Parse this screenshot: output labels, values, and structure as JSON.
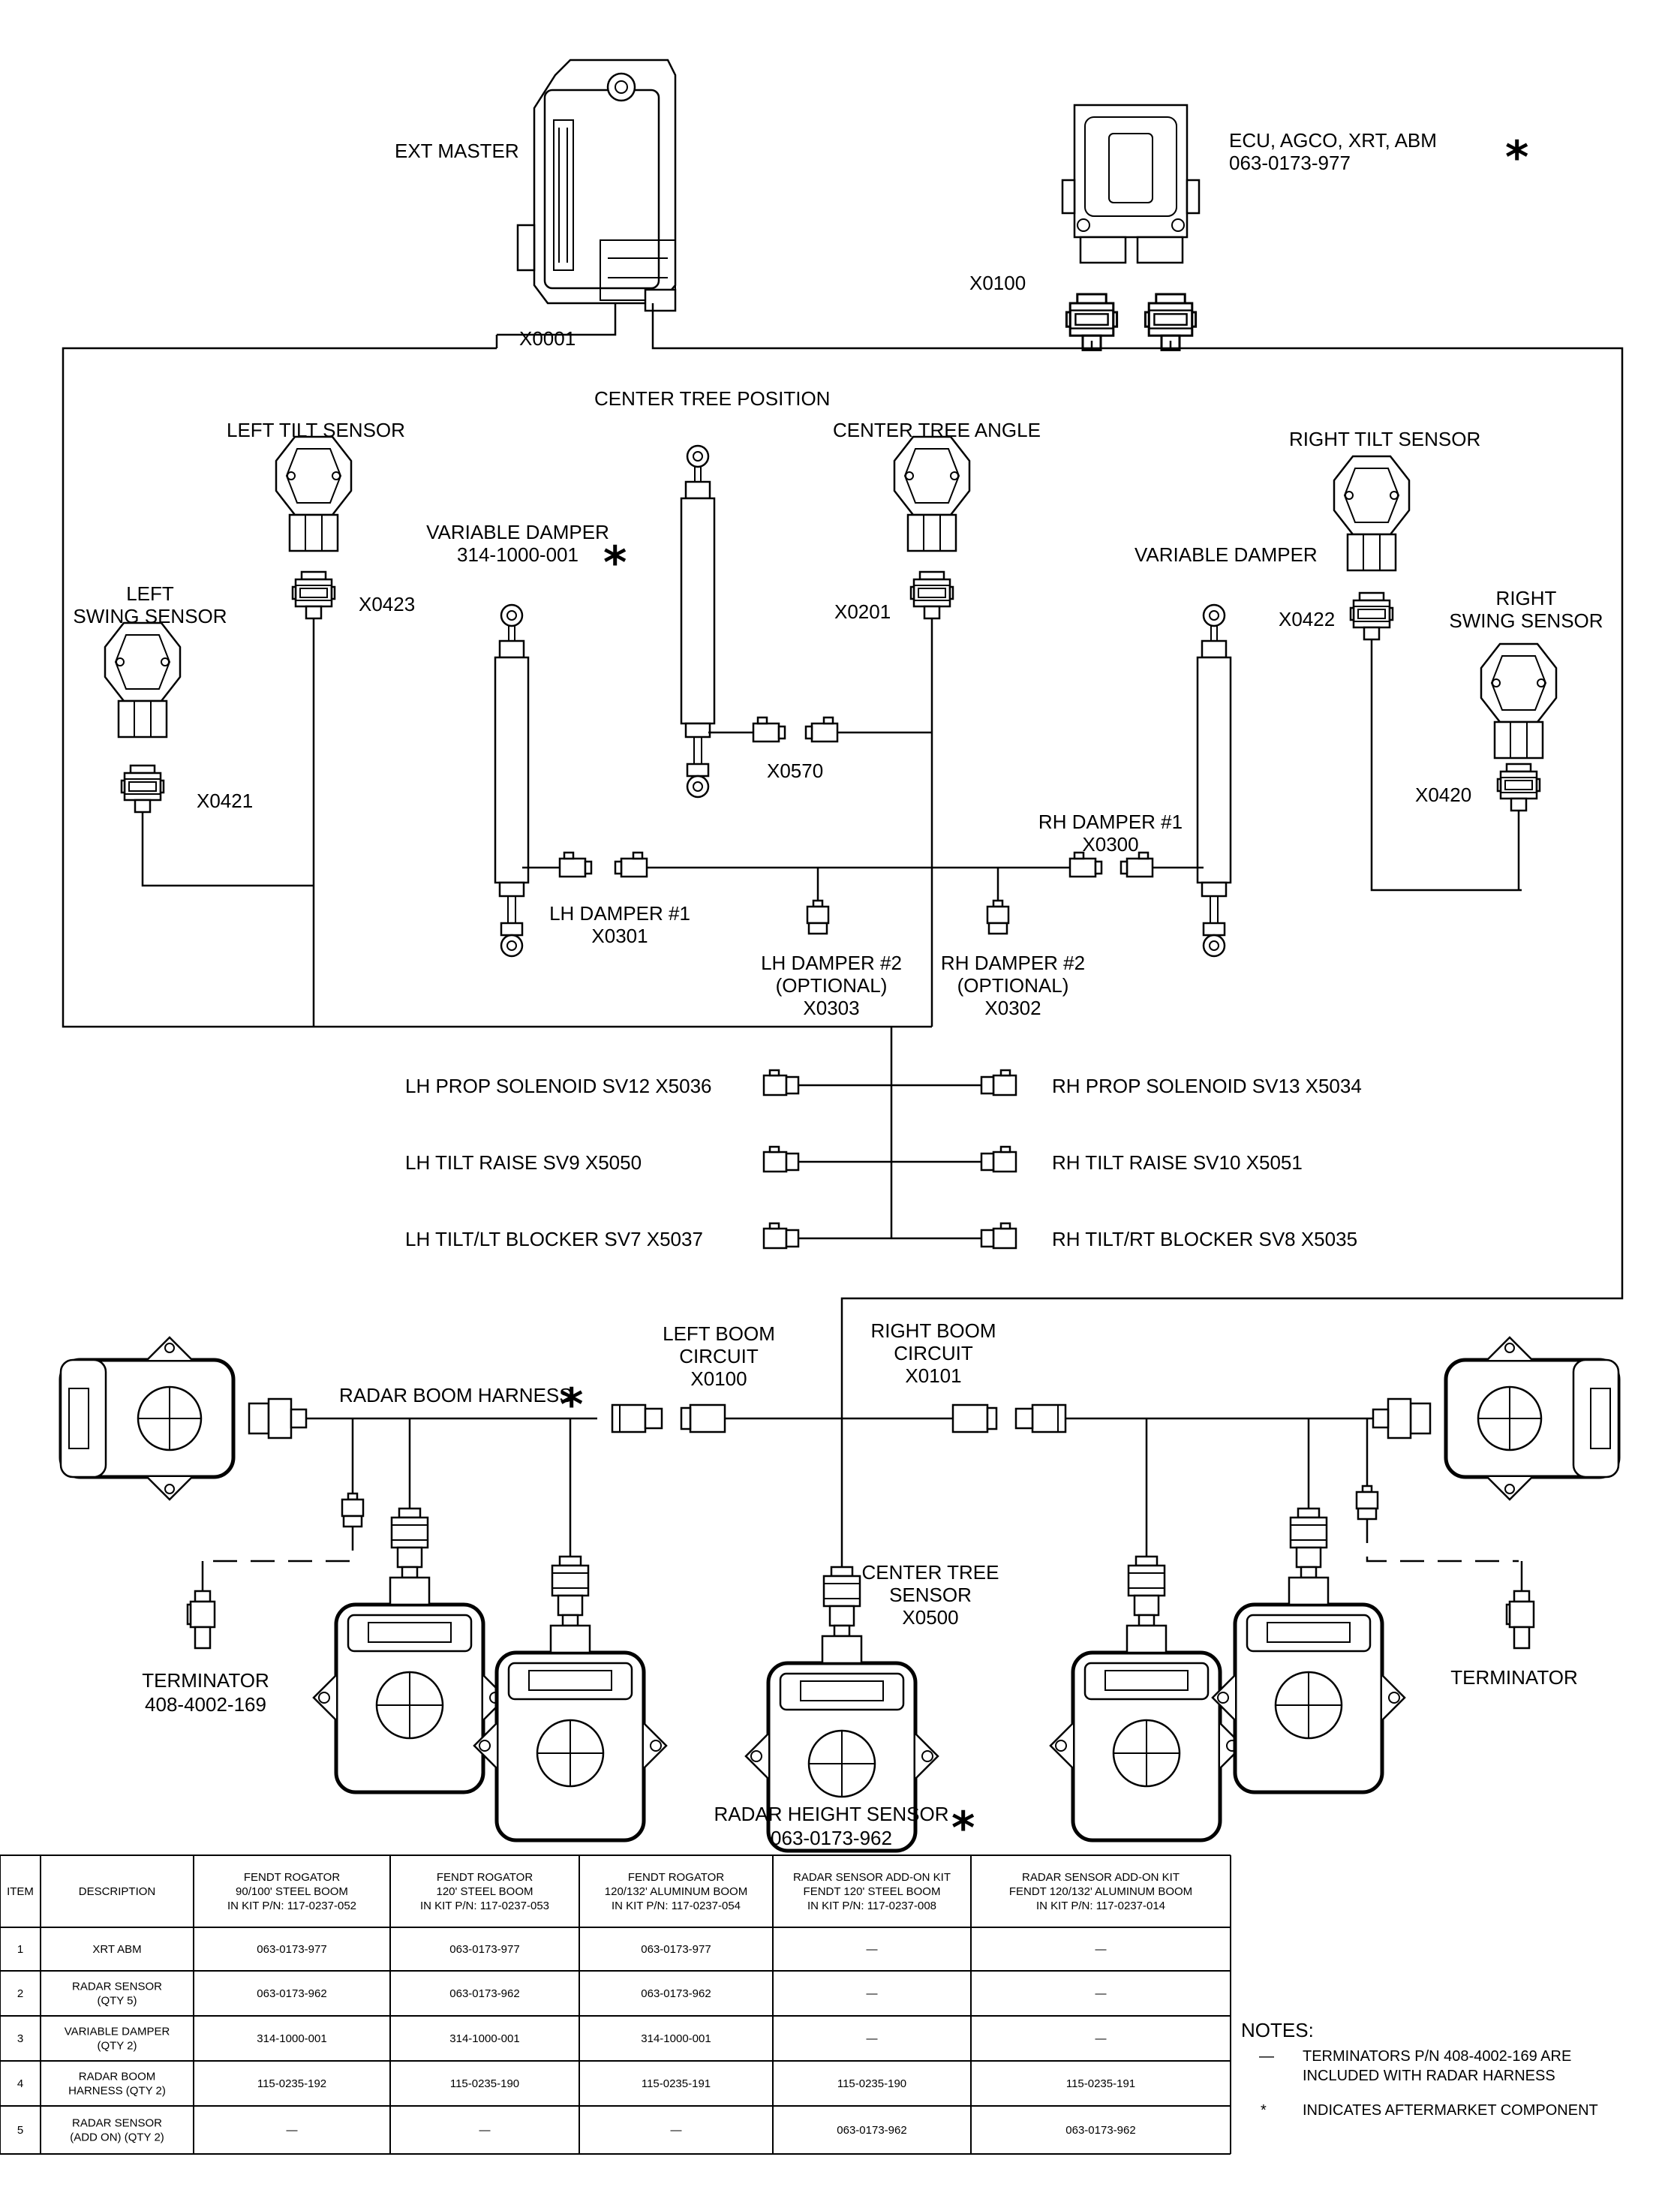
{
  "labels": {
    "ext_master": "EXT MASTER",
    "x0001": "X0001",
    "ecu_line1": "ECU, AGCO, XRT, ABM",
    "ecu_line2": "063-0173-977",
    "x0100_top": "X0100",
    "center_tree_position": "CENTER TREE POSITION",
    "left_tilt_sensor": "LEFT TILT SENSOR",
    "center_tree_angle": "CENTER TREE ANGLE",
    "right_tilt_sensor": "RIGHT TILT SENSOR",
    "variable_damper_left_1": "VARIABLE DAMPER",
    "variable_damper_left_2": "314-1000-001",
    "variable_damper_right": "VARIABLE DAMPER",
    "left_swing_1": "LEFT",
    "left_swing_2": "SWING SENSOR",
    "right_swing_1": "RIGHT",
    "right_swing_2": "SWING SENSOR",
    "x0423": "X0423",
    "x0201": "X0201",
    "x0422": "X0422",
    "x0421": "X0421",
    "x0420": "X0420",
    "x0570": "X0570",
    "rh_damper1_1": "RH DAMPER #1",
    "rh_damper1_2": "X0300",
    "lh_damper1_1": "LH DAMPER #1",
    "lh_damper1_2": "X0301",
    "lh_damper2_1": "LH DAMPER #2",
    "lh_damper2_2": "(OPTIONAL)",
    "lh_damper2_3": "X0303",
    "rh_damper2_1": "RH DAMPER #2",
    "rh_damper2_2": "(OPTIONAL)",
    "rh_damper2_3": "X0302",
    "lh_prop": "LH PROP SOLENOID SV12 X5036",
    "lh_tilt_raise": "LH TILT RAISE SV9 X5050",
    "lh_tilt_blocker": "LH TILT/LT BLOCKER SV7 X5037",
    "rh_prop": "RH PROP SOLENOID SV13 X5034",
    "rh_tilt_raise": "RH TILT RAISE SV10 X5051",
    "rh_tilt_blocker": "RH TILT/RT BLOCKER SV8 X5035",
    "radar_boom_harness": "RADAR BOOM HARNESS",
    "left_boom_1": "LEFT BOOM",
    "left_boom_2": "CIRCUIT",
    "left_boom_3": "X0100",
    "right_boom_1": "RIGHT BOOM",
    "right_boom_2": "CIRCUIT",
    "right_boom_3": "X0101",
    "center_tree_sensor_1": "CENTER TREE",
    "center_tree_sensor_2": "SENSOR",
    "center_tree_sensor_3": "X0500",
    "terminator_left_1": "TERMINATOR",
    "terminator_left_2": "408-4002-169",
    "terminator_right": "TERMINATOR",
    "radar_height_1": "RADAR HEIGHT SENSOR",
    "radar_height_2": "063-0173-962",
    "star": "*"
  },
  "table": {
    "headers": [
      [
        "ITEM"
      ],
      [
        "DESCRIPTION"
      ],
      [
        "FENDT ROGATOR",
        "90/100' STEEL BOOM",
        "IN KIT P/N: 117-0237-052"
      ],
      [
        "FENDT ROGATOR",
        "120' STEEL BOOM",
        "IN KIT P/N: 117-0237-053"
      ],
      [
        "FENDT ROGATOR",
        "120/132' ALUMINUM BOOM",
        "IN KIT P/N: 117-0237-054"
      ],
      [
        "RADAR SENSOR ADD-ON KIT",
        "FENDT 120' STEEL BOOM",
        "IN KIT P/N: 117-0237-008"
      ],
      [
        "RADAR SENSOR ADD-ON KIT",
        "FENDT 120/132' ALUMINUM BOOM",
        "IN KIT P/N: 117-0237-014"
      ]
    ],
    "rows": [
      {
        "item": "1",
        "desc": [
          "XRT ABM"
        ],
        "cells": [
          "063-0173-977",
          "063-0173-977",
          "063-0173-977",
          "—",
          "—"
        ]
      },
      {
        "item": "2",
        "desc": [
          "RADAR SENSOR",
          "(QTY 5)"
        ],
        "cells": [
          "063-0173-962",
          "063-0173-962",
          "063-0173-962",
          "—",
          "—"
        ]
      },
      {
        "item": "3",
        "desc": [
          "VARIABLE DAMPER",
          "(QTY 2)"
        ],
        "cells": [
          "314-1000-001",
          "314-1000-001",
          "314-1000-001",
          "—",
          "—"
        ]
      },
      {
        "item": "4",
        "desc": [
          "RADAR BOOM",
          "HARNESS (QTY 2)"
        ],
        "cells": [
          "115-0235-192",
          "115-0235-190",
          "115-0235-191",
          "115-0235-190",
          "115-0235-191"
        ]
      },
      {
        "item": "5",
        "desc": [
          "RADAR SENSOR",
          "(ADD ON) (QTY 2)"
        ],
        "cells": [
          "—",
          "—",
          "—",
          "063-0173-962",
          "063-0173-962"
        ]
      }
    ]
  },
  "notes": {
    "title": "NOTES:",
    "n1_mark": "—",
    "n1_line1": "TERMINATORS P/N 408-4002-169 ARE",
    "n1_line2": "INCLUDED WITH RADAR HARNESS",
    "n2_mark": "*",
    "n2_line1": "INDICATES AFTERMARKET COMPONENT"
  }
}
